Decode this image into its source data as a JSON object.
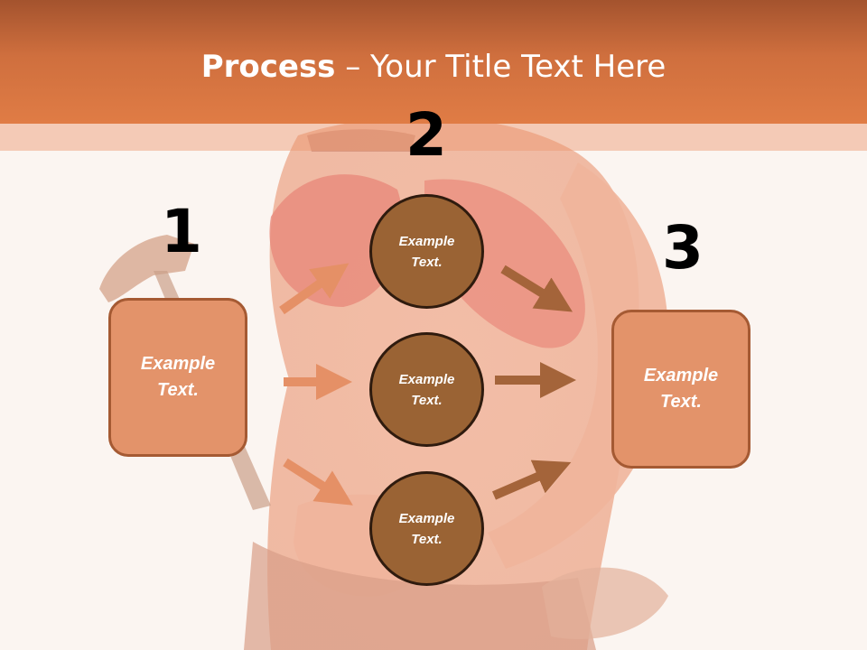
{
  "slide": {
    "title_bold": "Process",
    "title_rest": " – Your Title Text Here"
  },
  "steps": {
    "num1": "1",
    "num2": "2",
    "num3": "3"
  },
  "boxes": {
    "left_text": "Example\nText.",
    "right_text": "Example\nText."
  },
  "circles": [
    {
      "text": "Example\nText."
    },
    {
      "text": "Example\nText."
    },
    {
      "text": "Example\nText."
    }
  ],
  "colors": {
    "header": "#d9743f",
    "box_fill": "#e3936a",
    "box_border": "#a55a33",
    "circle_fill": "#9a6334",
    "arrow_light": "#e59066",
    "arrow_dark": "#a4643a"
  }
}
